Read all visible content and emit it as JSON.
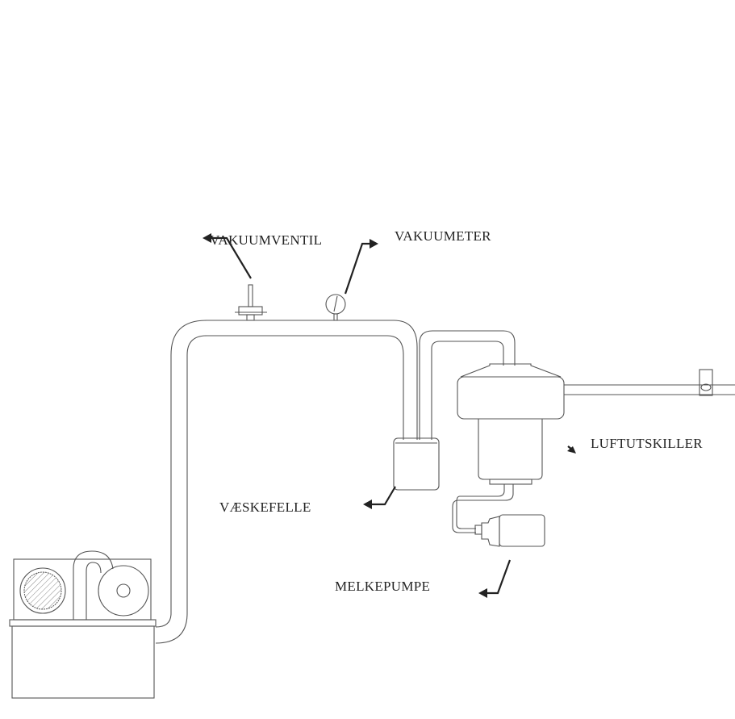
{
  "labels": {
    "vacuum_valve": "VAKUUMVENTIL",
    "vacuum_gauge": "VAKUUMETER",
    "air_separator": "LUFTUTSKILLER",
    "liquid_trap": "VÆSKEFELLE",
    "milk_pump": "MELKEPUMPE"
  },
  "colors": {
    "line": "#555555",
    "text": "#222222",
    "background": "#ffffff"
  }
}
